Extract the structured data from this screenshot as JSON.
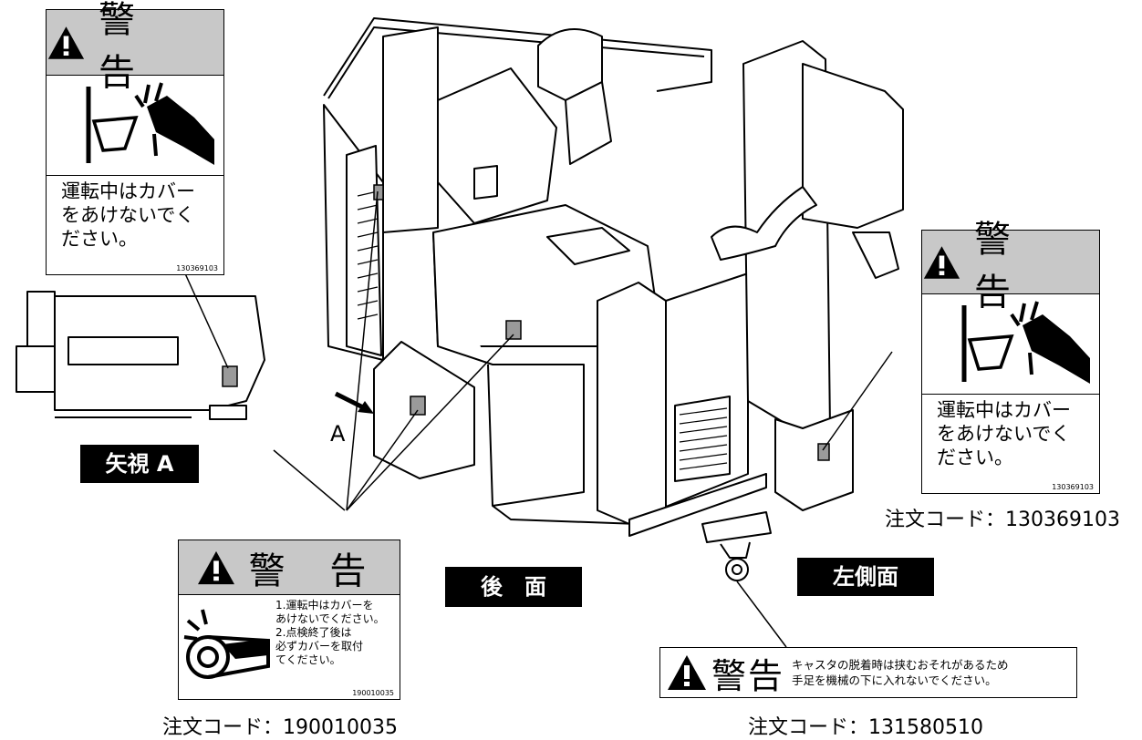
{
  "labels": {
    "cover_top": {
      "heading": "警 告",
      "message_lines": [
        "運転中はカバー",
        "をあけないでく",
        "ださい。"
      ],
      "code": "130369103"
    },
    "cover_right": {
      "heading": "警 告",
      "message_lines": [
        "運転中はカバー",
        "をあけないでく",
        "ださい。"
      ],
      "code": "130369103"
    },
    "belt": {
      "heading": "警 告",
      "message_lines": [
        "1.運転中はカバーを",
        "あけないでください。",
        "2.点検終了後は",
        "必ずカバーを取付",
        "てください。"
      ],
      "code": "190010035"
    },
    "caster": {
      "heading": "警告",
      "message_lines": [
        "キャスタの脱着時は挟むおそれがあるため",
        "手足を機械の下に入れないでください。"
      ]
    }
  },
  "view_titles": {
    "arrow_view": "矢視 A",
    "rear": "後　面",
    "left_side": "左側面"
  },
  "arrow_letter": "A",
  "order_codes": {
    "right": "注文コード：130369103",
    "bottom_left": "注文コード：190010035",
    "bottom_right": "注文コード：131580510"
  }
}
